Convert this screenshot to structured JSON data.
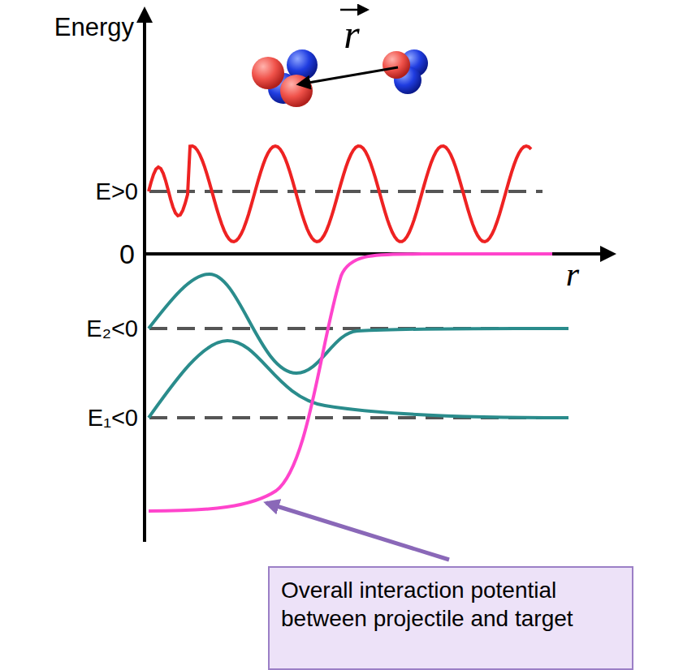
{
  "diagram": {
    "nodes": [
      {
        "text": [
          "Overall interaction potential between projectile and target"
        ]
      }
    ],
    "labels": [
      "Energy",
      "r",
      "E>0",
      "0",
      "r",
      "E₂<0",
      "E₁<0"
    ]
  }
}
